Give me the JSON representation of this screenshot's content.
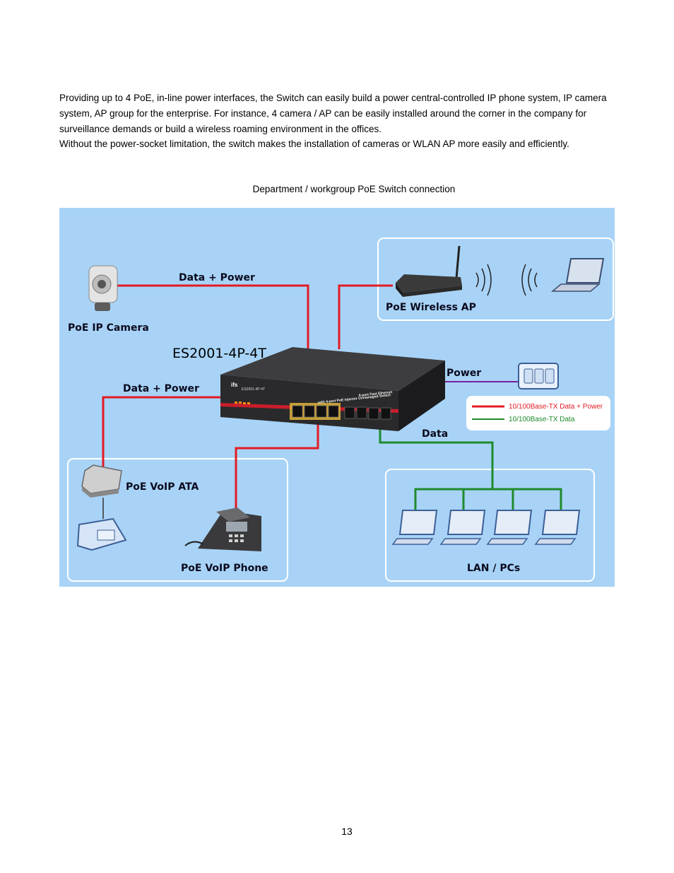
{
  "body": {
    "paragraph_1": "Providing up to 4 PoE, in-line power interfaces, the Switch can easily build a power central-controlled IP phone system, IP camera system, AP group for the enterprise. For instance, 4 camera / AP can be easily installed around the corner in the company for surveillance demands or build a wireless roaming environment in the offices.",
    "paragraph_2": "Without the power-socket limitation, the switch makes the installation of cameras or WLAN AP more easily and efficiently."
  },
  "figure": {
    "caption": "Department / workgroup PoE Switch connection",
    "model": "ES2001-4P-4T",
    "labels": {
      "data_power_top": "Data + Power",
      "data_power_left": "Data + Power",
      "camera": "PoE IP Camera",
      "wireless_ap": "PoE Wireless AP",
      "power": "Power",
      "data": "Data",
      "voip_ata": "PoE VoIP ATA",
      "voip_phone": "PoE VoIP Phone",
      "lan_pcs": "LAN / PCs"
    },
    "legend": [
      {
        "label": "10/100Base-TX Data + Power",
        "color": "#e31b23"
      },
      {
        "label": "10/100Base-TX Data",
        "color": "#1e8a2b"
      }
    ],
    "switch_text": {
      "brand": "ifs",
      "model_small": "ES2001-4P-4T",
      "desc_1": "8-port Fast Ethernet",
      "desc_2": "with 4-port PoE Injector Unmanaged Switch"
    },
    "colors": {
      "background": "#a8d3f7",
      "data_power_line": "#e31b23",
      "data_line": "#1e8a2b",
      "power_line": "#7a1fa0"
    }
  },
  "footer": {
    "page_number": "13"
  }
}
